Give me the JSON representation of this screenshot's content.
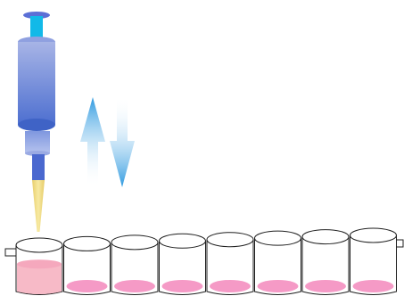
{
  "colors": {
    "background": "#ffffff",
    "plunger_cap": "#5b6fd6",
    "plunger_rod": "#12b9e8",
    "barrel_light": "#a7b4e6",
    "barrel_dark": "#3f63c6",
    "tip": "#f3df88",
    "well_outline": "#1f1f1f",
    "well_fill": "#ffffff",
    "liquid": "#f59ac6",
    "liquid_first_well": "#f7bac7",
    "arrow_blue": "#2f9ae0"
  },
  "icons": {
    "pipette": "pipette-icon",
    "aspirate_arrow": "up-arrow-icon",
    "dispense_arrow": "down-arrow-icon"
  },
  "strip": {
    "well_count": 8,
    "active_well": 1,
    "first_well_liquid_level": 0.6,
    "other_wells_liquid_level": 0.3
  }
}
